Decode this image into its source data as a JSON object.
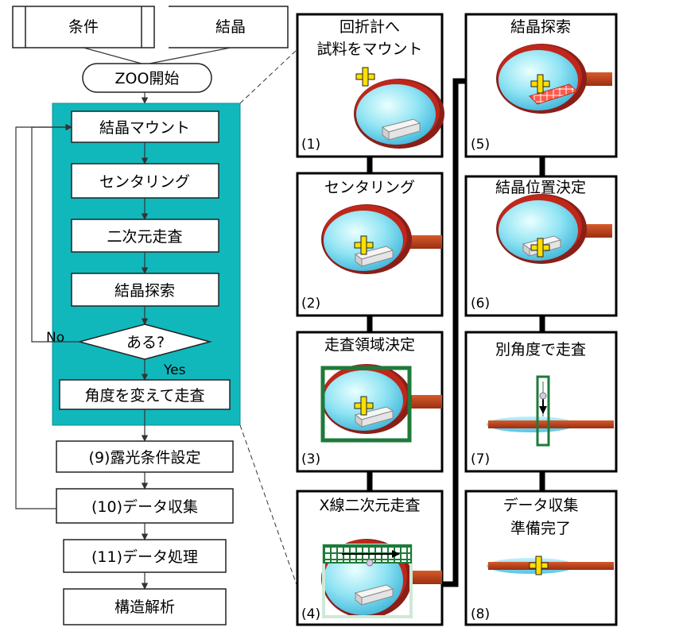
{
  "header": {
    "conditions": "条件",
    "crystal": "結晶"
  },
  "flow": {
    "start": "ZOO開始",
    "mount": "結晶マウント",
    "centering": "センタリング",
    "scan2d": "二次元走査",
    "search": "結晶探索",
    "decision": "ある?",
    "no": "No",
    "yes": "Yes",
    "rotate": "角度を変えて走査",
    "exposure": "(9)露光条件設定",
    "collect": "(10)データ収集",
    "process": "(11)データ処理",
    "structure": "構造解析"
  },
  "panels": [
    {
      "num": "(1)",
      "title1": "回折計へ",
      "title2": "試料をマウント"
    },
    {
      "num": "(2)",
      "title1": "センタリング",
      "title2": ""
    },
    {
      "num": "(3)",
      "title1": "走査領域決定",
      "title2": ""
    },
    {
      "num": "(4)",
      "title1": "X線二次元走査",
      "title2": ""
    },
    {
      "num": "(5)",
      "title1": "結晶探索",
      "title2": ""
    },
    {
      "num": "(6)",
      "title1": "結晶位置決定",
      "title2": ""
    },
    {
      "num": "(7)",
      "title1": "別角度で走査",
      "title2": ""
    },
    {
      "num": "(8)",
      "title1": "データ収集",
      "title2": "準備完了"
    }
  ],
  "colors": {
    "teal": "#10b8bc",
    "loop_rim": "#c0271b",
    "pin": "#c2461d",
    "crystal_marker": "#ffe000",
    "scan_green": "#1e7a3a"
  }
}
